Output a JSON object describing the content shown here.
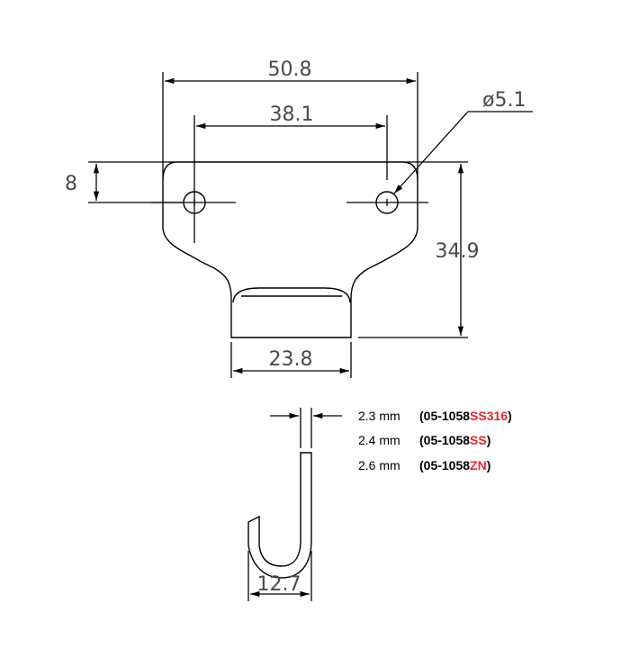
{
  "dimensions": {
    "overall_width": "50.8",
    "hole_spacing": "38.1",
    "hole_diameter": "ø5.1",
    "hole_offset": "8",
    "overall_height": "34.9",
    "hook_width": "23.8",
    "hook_depth": "12.7"
  },
  "variants": [
    {
      "thickness": "2.3 mm",
      "code_prefix": "(05-1058",
      "code_suffix": "SS316",
      "code_close": ")"
    },
    {
      "thickness": "2.4 mm",
      "code_prefix": "(05-1058",
      "code_suffix": "SS",
      "code_close": ")"
    },
    {
      "thickness": "2.6 mm",
      "code_prefix": "(05-1058",
      "code_suffix": "ZN",
      "code_close": ")"
    }
  ],
  "colors": {
    "suffix": "#e8262d",
    "line": "#000000",
    "dim_text": "#4a4a4a"
  }
}
